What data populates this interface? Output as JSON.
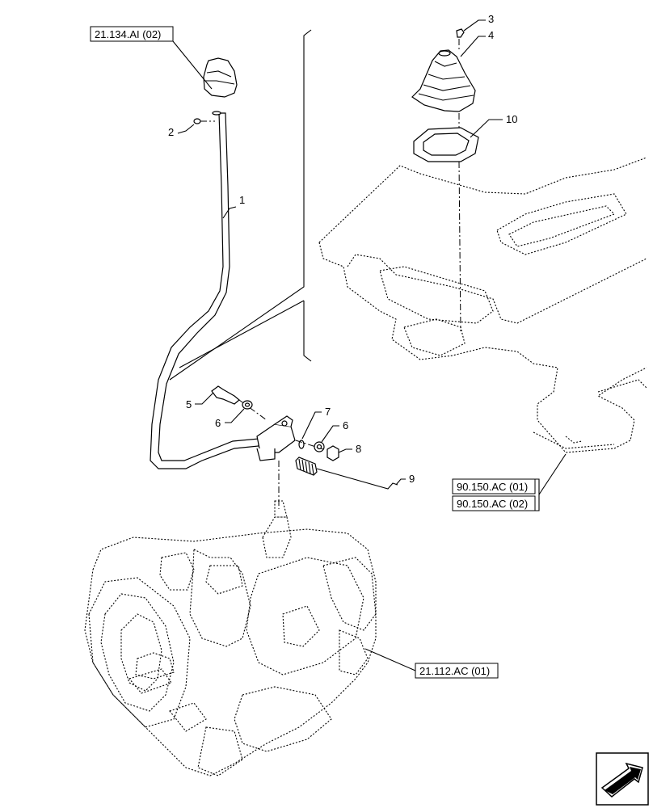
{
  "references": {
    "knob": "21.134.AI (02)",
    "cab_floor_1": "90.150.AC (01)",
    "cab_floor_2": "90.150.AC (02)",
    "transmission": "21.112.AC (01)"
  },
  "callouts": {
    "c1": "1",
    "c2": "2",
    "c3": "3",
    "c4": "4",
    "c5": "5",
    "c6a": "6",
    "c6b": "6",
    "c7": "7",
    "c8": "8",
    "c9": "9",
    "c10": "10"
  },
  "nav_icon": "next-page-arrow-icon"
}
